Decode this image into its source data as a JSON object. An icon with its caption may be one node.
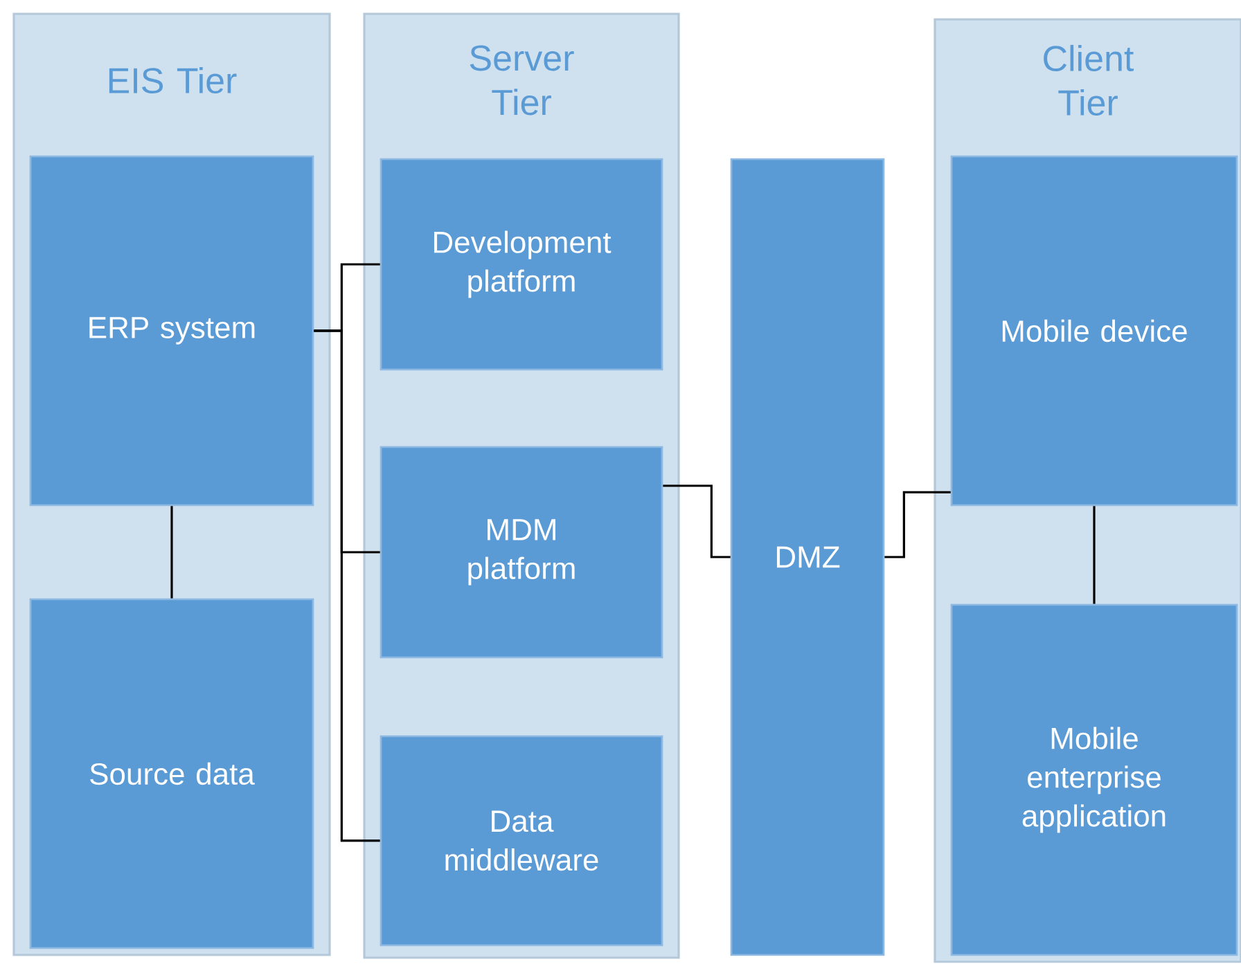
{
  "diagram": {
    "nodes": [
      {
        "text": [
          "EIS Tier"
        ]
      },
      {
        "text": [
          "ERP system"
        ],
        "in": 0
      },
      {
        "text": [
          "Source data"
        ],
        "in": 0
      },
      {
        "text": [
          "Server Tier"
        ]
      },
      {
        "text": [
          "Development platform"
        ],
        "in": 3
      },
      {
        "text": [
          "MDM platform"
        ],
        "in": 3
      },
      {
        "text": [
          "Data middleware"
        ],
        "in": 3
      },
      {
        "text": [
          "DMZ"
        ]
      },
      {
        "text": [
          "Client Tier"
        ]
      },
      {
        "text": [
          "Mobile device"
        ],
        "in": 8
      },
      {
        "text": [
          "Mobile enterprise application"
        ],
        "in": 8
      }
    ],
    "edges": [
      {
        "from": 1,
        "to": 4,
        "arrow": "none"
      },
      {
        "from": 1,
        "to": 5,
        "arrow": "none"
      },
      {
        "from": 1,
        "to": 6,
        "arrow": "none"
      },
      {
        "from": 1,
        "to": 2,
        "arrow": "none"
      },
      {
        "from": 5,
        "to": 7,
        "arrow": "none"
      },
      {
        "from": 7,
        "to": 9,
        "arrow": "none"
      },
      {
        "from": 9,
        "to": 10,
        "arrow": "none"
      }
    ]
  }
}
